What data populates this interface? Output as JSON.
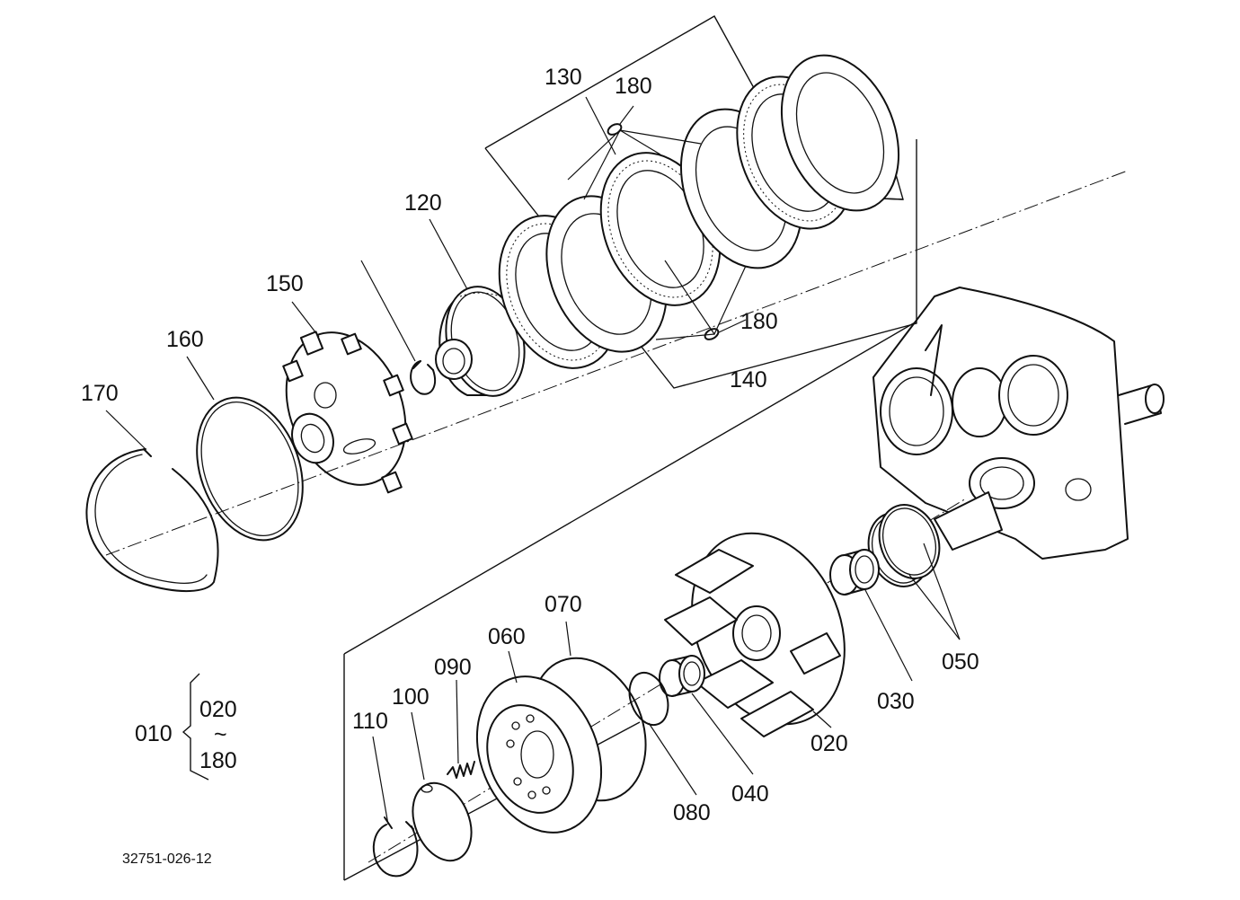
{
  "drawing_number": "32751-026-12",
  "callouts": {
    "p010": "010",
    "p020": "020",
    "p030": "030",
    "p040": "040",
    "p050": "050",
    "p060": "060",
    "p070": "070",
    "p080": "080",
    "p090": "090",
    "p100": "100",
    "p110": "110",
    "p120": "120",
    "p130": "130",
    "p140": "140",
    "p150": "150",
    "p160": "160",
    "p170": "170",
    "p180a": "180",
    "p180b": "180"
  },
  "assembly_legend": {
    "parent": "010",
    "range_start": "020",
    "range_symbol": "~",
    "range_end": "180"
  }
}
